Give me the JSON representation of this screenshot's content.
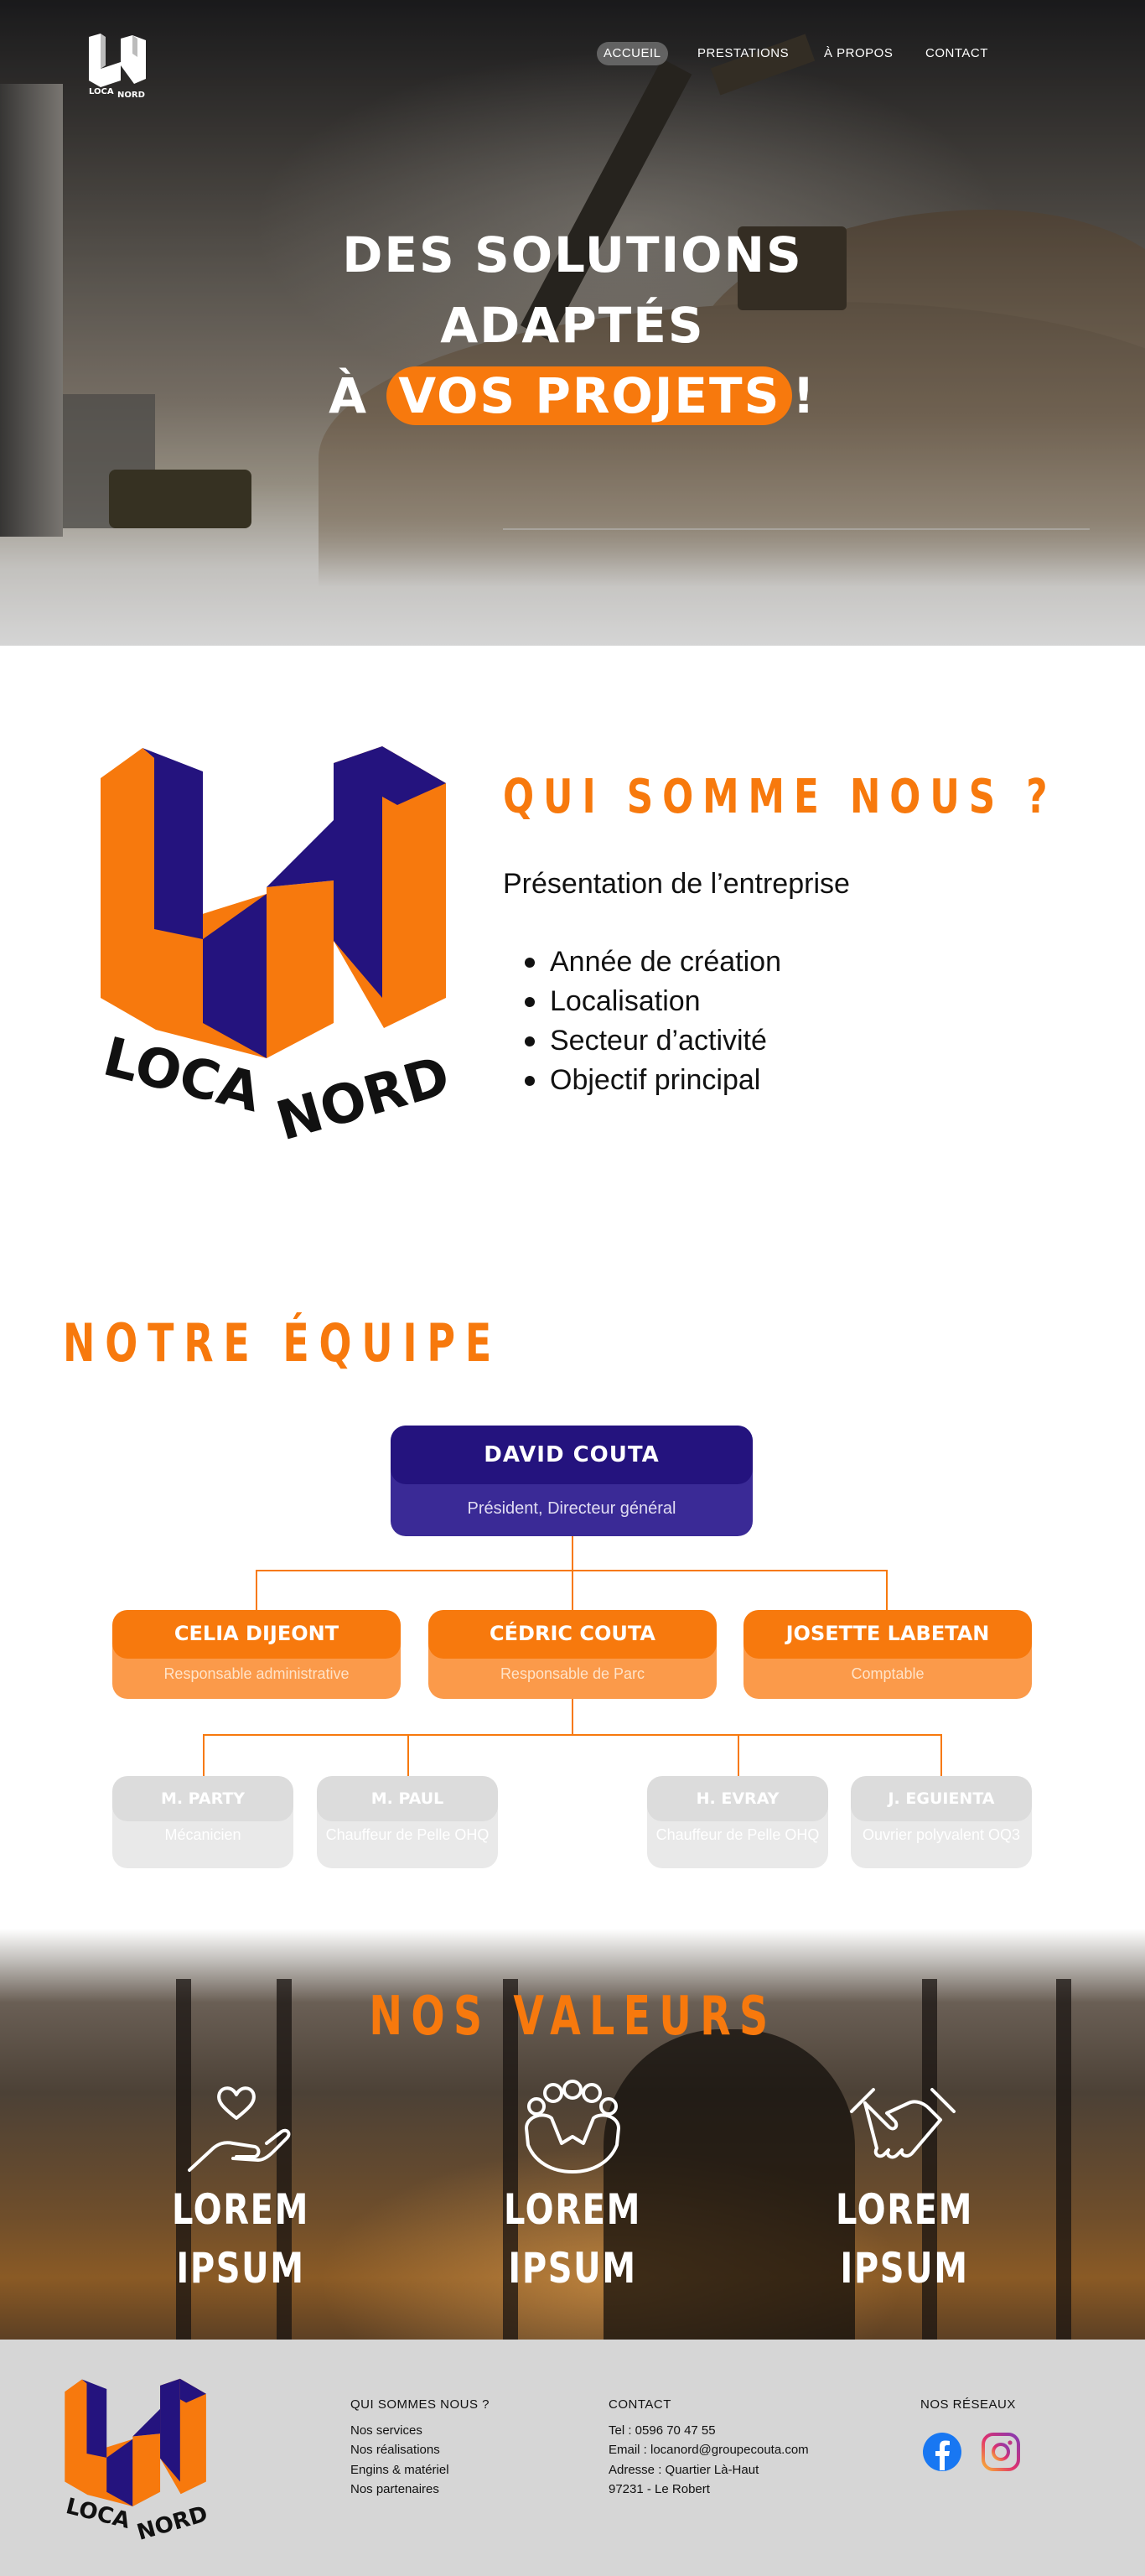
{
  "nav": {
    "items": [
      {
        "label": "ACCUEIL",
        "active": true
      },
      {
        "label": "PRESTATIONS",
        "active": false
      },
      {
        "label": "À PROPOS",
        "active": false
      },
      {
        "label": "CONTACT",
        "active": false
      }
    ]
  },
  "brand": {
    "logo_text_1": "LOCA",
    "logo_text_2": "NORD",
    "orange": "#f7790d",
    "indigo": "#24137e"
  },
  "hero": {
    "line1": "DES SOLUTIONS",
    "line2": "ADAPTÉS",
    "line3_prefix": "À",
    "line3_highlight": "VOS PROJETS",
    "line3_suffix": "!"
  },
  "about": {
    "heading": "QUI SOMME NOUS ?",
    "subtitle": "Présentation de l’entreprise",
    "items": [
      "Année de création",
      "Localisation",
      "Secteur d’activité",
      "Objectif principal"
    ]
  },
  "team": {
    "heading": "NOTRE ÉQUIPE",
    "ceo": {
      "name": "DAVID COUTA",
      "role": "Président, Directeur général"
    },
    "managers": [
      {
        "name": "CELIA DIJEONT",
        "role": "Responsable administrative"
      },
      {
        "name": "CÉDRIC COUTA",
        "role": "Responsable de Parc"
      },
      {
        "name": "JOSETTE LABETAN",
        "role": "Comptable"
      }
    ],
    "staff": [
      {
        "name": "M. PARTY",
        "role": "Mécanicien"
      },
      {
        "name": "M. PAUL",
        "role": "Chauffeur de Pelle OHQ"
      },
      {
        "name": "H. EVRAY",
        "role": "Chauffeur de Pelle OHQ"
      },
      {
        "name": "J. EGUIENTA",
        "role": "Ouvrier polyvalent OQ3"
      }
    ]
  },
  "values": {
    "heading": "NOS VALEURS",
    "items": [
      {
        "icon": "heart-hand-icon",
        "line1": "LOREM",
        "line2": "IPSUM"
      },
      {
        "icon": "team-hug-icon",
        "line1": "LOREM",
        "line2": "IPSUM"
      },
      {
        "icon": "handshake-icon",
        "line1": "LOREM",
        "line2": "IPSUM"
      }
    ]
  },
  "footer": {
    "about": {
      "heading": "QUI SOMMES NOUS ?",
      "links": [
        "Nos services",
        "Nos réalisations",
        "Engins & matériel",
        "Nos partenaires"
      ]
    },
    "contact": {
      "heading": "CONTACT",
      "lines": [
        "Tel :  0596 70 47 55",
        "Email : locanord@groupecouta.com",
        "Adresse : Quartier Là-Haut",
        "97231 - Le Robert"
      ]
    },
    "social": {
      "heading": "NOS RÉSEAUX",
      "networks": [
        {
          "icon": "facebook-icon",
          "color": "#1877f2"
        },
        {
          "icon": "instagram-icon",
          "color": "#e1306c"
        }
      ]
    }
  }
}
